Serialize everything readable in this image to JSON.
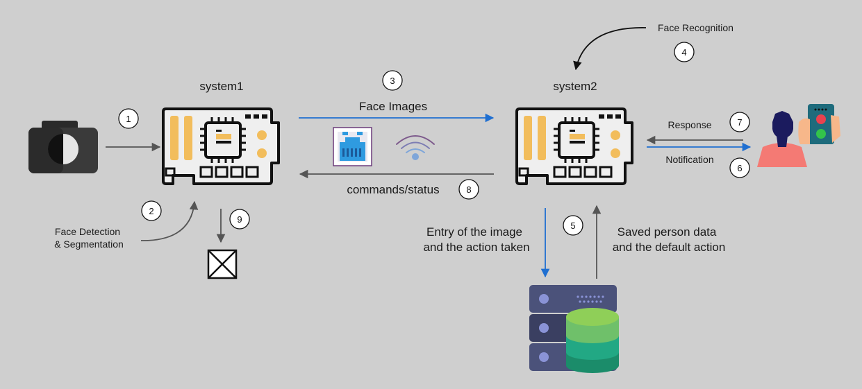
{
  "nodes": {
    "system1": "system1",
    "system2": "system2"
  },
  "labels": {
    "face_images": "Face Images",
    "commands_status": "commands/status",
    "face_recognition": "Face Recognition",
    "face_detection_line1": "Face Detection",
    "face_detection_line2": "& Segmentation",
    "response": "Response",
    "notification": "Notification",
    "entry_line1": "Entry of the image",
    "entry_line2": "and the action taken",
    "saved_line1": "Saved person data",
    "saved_line2": "and the default action"
  },
  "steps": [
    "1",
    "2",
    "3",
    "4",
    "5",
    "6",
    "7",
    "8",
    "9"
  ],
  "icons": {
    "camera": "camera-icon",
    "board1": "circuit-board-icon",
    "board2": "circuit-board-icon",
    "ethernet": "ethernet-port-icon",
    "wifi": "wifi-icon",
    "user": "user-icon",
    "traffic_light": "traffic-light-icon",
    "database": "database-server-icon",
    "blocked": "blocked-box-icon"
  },
  "colors": {
    "background": "#cfcfcf",
    "arrow_gray": "#555555",
    "arrow_blue": "#1f6fd1",
    "board_fill": "#efefef",
    "board_stroke": "#111111",
    "board_accent": "#f2bd5c"
  }
}
